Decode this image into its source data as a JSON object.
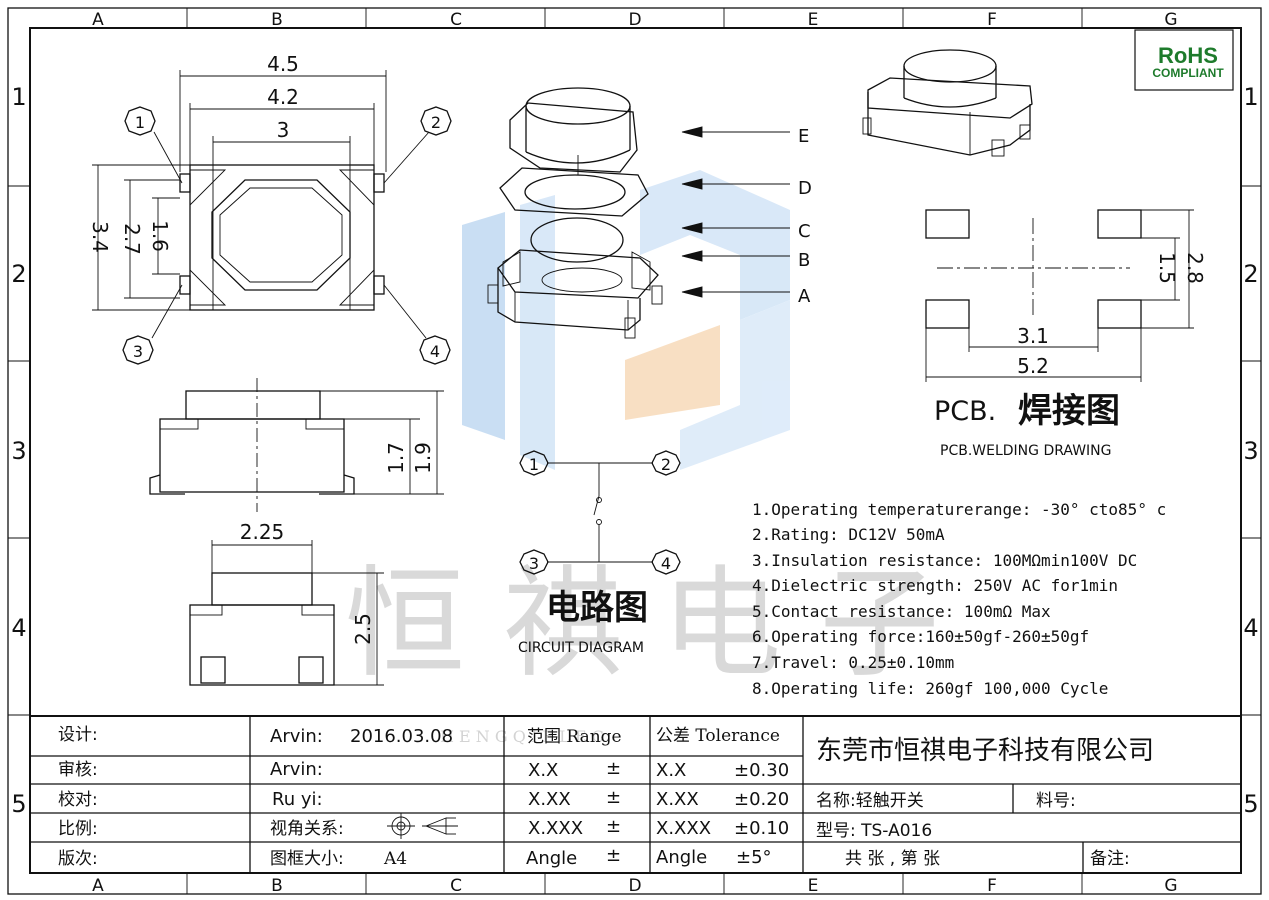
{
  "grid": {
    "cols": [
      "A",
      "B",
      "C",
      "D",
      "E",
      "F",
      "G"
    ],
    "rows": [
      "1",
      "2",
      "3",
      "4",
      "5"
    ]
  },
  "rohs": {
    "line1": "RoHS",
    "line2": "COMPLIANT",
    "color": "#1e7b2c"
  },
  "watermark": {
    "chars": "恒 祺 电 子",
    "sub": "H E N G Q I   E L E C"
  },
  "top_view": {
    "dims": {
      "w_outer": "4.5",
      "w_inner": "4.2",
      "w_body": "3",
      "h_outer": "3.4",
      "h_mid": "2.7",
      "h_inner": "1.6"
    },
    "pins": [
      "1",
      "2",
      "3",
      "4"
    ]
  },
  "side_view": {
    "dims": {
      "h1": "1.7",
      "h2": "1.9"
    }
  },
  "front_view": {
    "dims": {
      "w": "2.25",
      "h": "2.5"
    }
  },
  "exploded": {
    "labels": [
      "E",
      "D",
      "C",
      "B",
      "A"
    ]
  },
  "circuit": {
    "pins": [
      "1",
      "2",
      "3",
      "4"
    ],
    "title": "电路图",
    "subtitle": "CIRCUIT DIAGRAM"
  },
  "pcb": {
    "dims": {
      "w_inner": "3.1",
      "w_outer": "5.2",
      "h_inner": "1.5",
      "h_outer": "2.8"
    },
    "title_prefix": "PCB.",
    "title_cn": "焊接图",
    "subtitle": "PCB.WELDING DRAWING"
  },
  "specs": [
    "1.Operating temperaturerange: -30° cto85° c",
    "2.Rating: DC12V 50mA",
    "3.Insulation resistance: 100MΩmin100V DC",
    "4.Dielectric strength: 250V AC for1min",
    "5.Contact resistance: 100mΩ  Max",
    "6.Operating force:160±50gf-260±50gf",
    "7.Travel: 0.25±0.10mm",
    "8.Operating life: 260gf 100,000 Cycle"
  ],
  "title_block": {
    "left_labels": [
      "设计:",
      "审核:",
      "校对:",
      "比例:",
      "版次:"
    ],
    "design_name": "Arvin:",
    "design_date": "2016.03.08",
    "review": "Arvin:",
    "check": "Ru  yi:",
    "view_angle_label": "视角关系:",
    "frame_size_label": "图框大小:",
    "frame_size": "A4",
    "range_header": "范围 Range",
    "tol_header": "公差 Tolerance",
    "range_rows": [
      "X.X",
      "X.XX",
      "X.XXX",
      "Angle"
    ],
    "range_pm": "±",
    "tol_rows": [
      {
        "k": "X.X",
        "v": "±0.30"
      },
      {
        "k": "X.XX",
        "v": "±0.20"
      },
      {
        "k": "X.XXX",
        "v": "±0.10"
      },
      {
        "k": "Angle",
        "v": "±5°"
      }
    ],
    "company": "东莞市恒祺电子科技有限公司",
    "name": "名称:轻触开关",
    "material": "料号:",
    "model": "型号: TS-A016",
    "sheets": "共  张 , 第  张",
    "remark": "备注:"
  }
}
